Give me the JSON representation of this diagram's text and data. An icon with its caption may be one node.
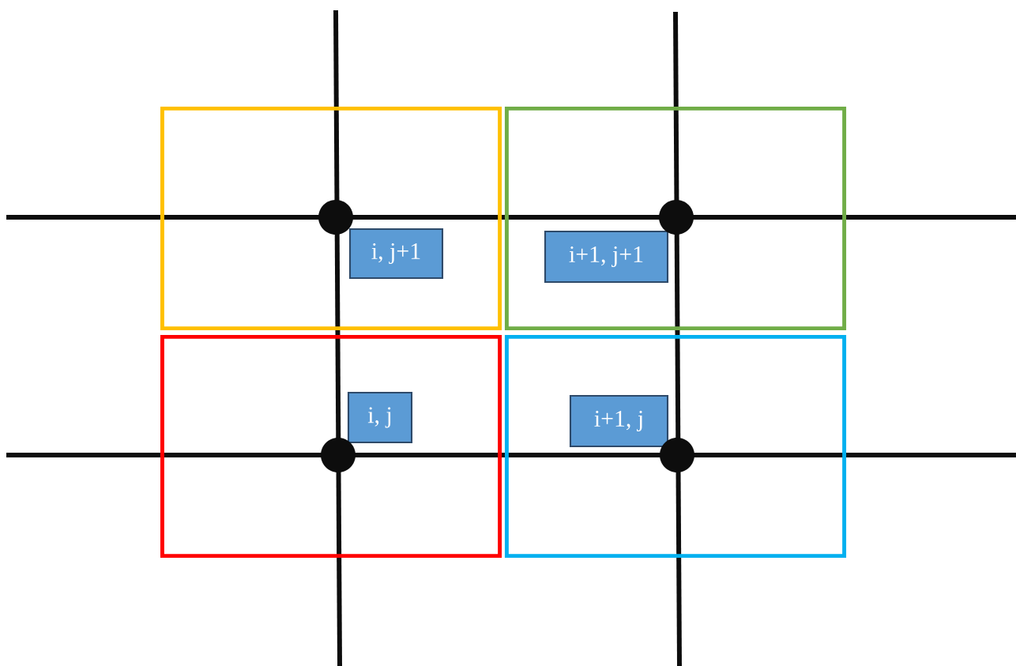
{
  "diagram": {
    "nodes": [
      {
        "text": [],
        "shape": "box"
      },
      {
        "text": [
          "i, j+1"
        ],
        "in": 0
      },
      {
        "text": [],
        "shape": "box"
      },
      {
        "text": [
          "i+1, j+1"
        ],
        "in": 2
      },
      {
        "text": [],
        "shape": "box"
      },
      {
        "text": [
          "i, j"
        ],
        "in": 4
      },
      {
        "text": [],
        "shape": "box"
      },
      {
        "text": [
          "i+1, j"
        ],
        "in": 6
      }
    ]
  }
}
